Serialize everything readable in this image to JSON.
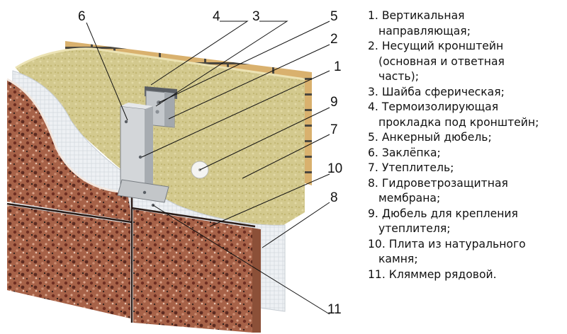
{
  "legend": [
    {
      "line1": "1. Вертикальная",
      "line2": "направляющая;"
    },
    {
      "line1": "2. Несущий кронштейн",
      "line2": "(основная и ответная",
      "line3": "часть);"
    },
    {
      "line1": "3. Шайба сферическая;"
    },
    {
      "line1": "4. Термоизолирующая",
      "line2": "прокладка под кронштейн;"
    },
    {
      "line1": "5. Анкерный дюбель;"
    },
    {
      "line1": "6. Заклёпка;"
    },
    {
      "line1": "7. Утеплитель;"
    },
    {
      "line1": "8. Гидроветрозащитная",
      "line2": "мембрана;"
    },
    {
      "line1": "9. Дюбель для крепления",
      "line2": "утеплителя;"
    },
    {
      "line1": "10. Плита из натурального",
      "line2": "камня;"
    },
    {
      "line1": "11. Кляммер рядовой."
    }
  ],
  "callouts": {
    "n1": "1",
    "n2": "2",
    "n3": "3",
    "n4": "4",
    "n5": "5",
    "n6": "6",
    "n7": "7",
    "n8": "8",
    "n9": "9",
    "n10": "10",
    "n11": "11"
  }
}
